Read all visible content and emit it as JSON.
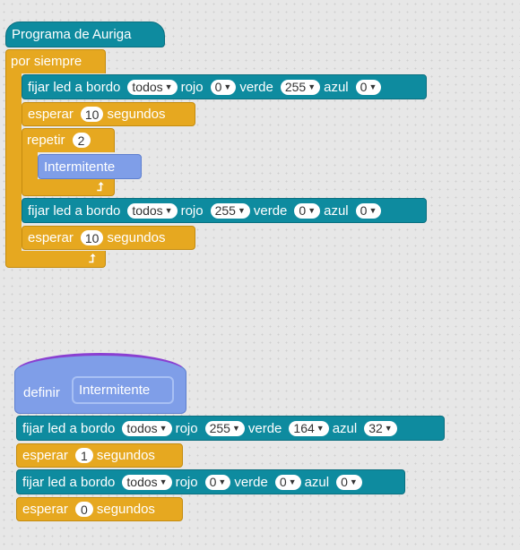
{
  "hat": {
    "label": "Programa de Auriga"
  },
  "forever": {
    "label": "por siempre"
  },
  "blocks": {
    "led1": {
      "label_a": "fijar led a bordo",
      "position": "todos",
      "label_red": "rojo",
      "red": "0",
      "label_green": "verde",
      "green": "255",
      "label_blue": "azul",
      "blue": "0"
    },
    "wait1": {
      "label_a": "esperar",
      "value": "10",
      "label_b": "segundos"
    },
    "repeat": {
      "label": "repetir",
      "value": "2"
    },
    "call": {
      "label": "Intermitente"
    },
    "led2": {
      "label_a": "fijar led a bordo",
      "position": "todos",
      "label_red": "rojo",
      "red": "255",
      "label_green": "verde",
      "green": "0",
      "label_blue": "azul",
      "blue": "0"
    },
    "wait2": {
      "label_a": "esperar",
      "value": "10",
      "label_b": "segundos"
    }
  },
  "define": {
    "label": "definir",
    "name": "Intermitente",
    "led1": {
      "label_a": "fijar led a bordo",
      "position": "todos",
      "label_red": "rojo",
      "red": "255",
      "label_green": "verde",
      "green": "164",
      "label_blue": "azul",
      "blue": "32"
    },
    "wait1": {
      "label_a": "esperar",
      "value": "1",
      "label_b": "segundos"
    },
    "led2": {
      "label_a": "fijar led a bordo",
      "position": "todos",
      "label_red": "rojo",
      "red": "0",
      "label_green": "verde",
      "green": "0",
      "label_blue": "azul",
      "blue": "0"
    },
    "wait2": {
      "label_a": "esperar",
      "value": "0",
      "label_b": "segundos"
    }
  },
  "icons": {
    "loop": "loop-arrow-icon",
    "dropdown": "dropdown-arrow-icon"
  }
}
